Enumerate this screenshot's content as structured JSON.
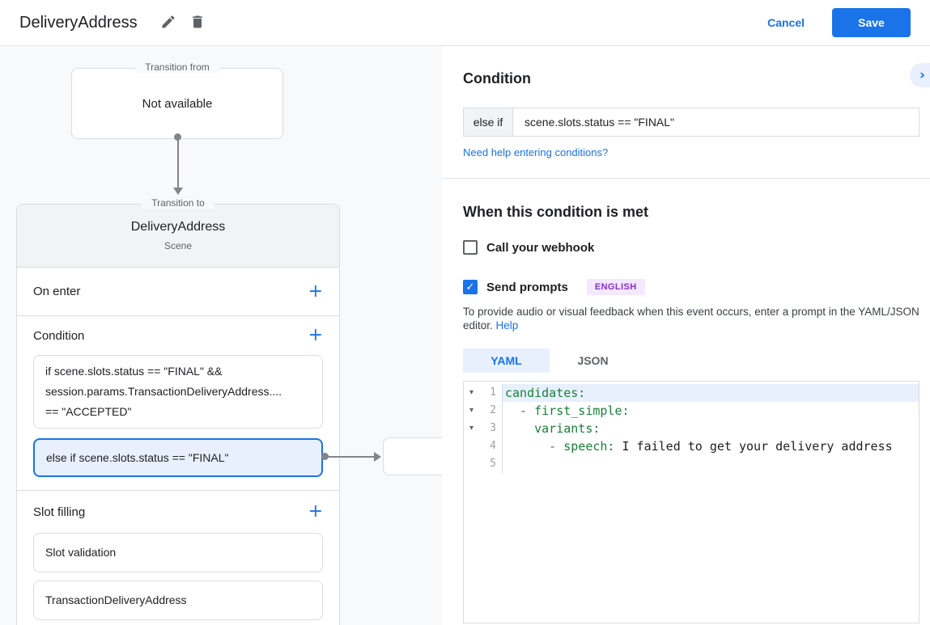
{
  "colors": {
    "accent_blue": "#1a73e8",
    "selected_condition_bg": "#e8f0fe",
    "badge_text": "#8430ce",
    "badge_bg": "#f3e8fd",
    "code_key_green": "#188038"
  },
  "icons": {
    "plus": "+",
    "check": "✓",
    "fold": "▾",
    "chevron_right": "›"
  },
  "header": {
    "title": "DeliveryAddress",
    "cancel_label": "Cancel",
    "save_label": "Save"
  },
  "flow": {
    "transition_from": {
      "label": "Transition from",
      "content": "Not available"
    },
    "transition_to": {
      "label": "Transition to",
      "title": "DeliveryAddress",
      "subtitle": "Scene"
    },
    "sections": {
      "on_enter": {
        "heading": "On enter"
      },
      "condition": {
        "heading": "Condition",
        "boxes": [
          {
            "lines": [
              "if scene.slots.status == \"FINAL\" &&",
              "session.params.TransactionDeliveryAddress....",
              "== \"ACCEPTED\""
            ]
          },
          {
            "lines": [
              "else if scene.slots.status == \"FINAL\""
            ],
            "selected": true
          }
        ]
      },
      "slot_filling": {
        "heading": "Slot filling",
        "items": [
          "Slot validation",
          "TransactionDeliveryAddress"
        ]
      }
    }
  },
  "details": {
    "heading": "Condition",
    "condition_row": {
      "prefix": "else if",
      "value": "scene.slots.status == \"FINAL\""
    },
    "help_link": "Need help entering conditions?",
    "when_met": {
      "heading": "When this condition is met",
      "webhook": {
        "label": "Call your webhook",
        "checked": false
      },
      "prompts": {
        "label": "Send prompts",
        "checked": true,
        "badge": "ENGLISH"
      },
      "helper_text": "To provide audio or visual feedback when this event occurs, enter a prompt in the YAML/JSON editor. ",
      "helper_link": "Help"
    },
    "editor": {
      "tabs": [
        {
          "label": "YAML",
          "active": true
        },
        {
          "label": "JSON",
          "active": false
        }
      ],
      "lines": [
        {
          "num": "1",
          "fold": "▾",
          "key": "candidates:"
        },
        {
          "num": "2",
          "fold": "▾",
          "pre": "  - ",
          "key": "first_simple:"
        },
        {
          "num": "3",
          "fold": "▾",
          "pre": "    ",
          "key": "variants:"
        },
        {
          "num": "4",
          "fold": "",
          "pre": "      - ",
          "key": "speech:",
          "val": " I failed to get your delivery address"
        },
        {
          "num": "5",
          "fold": "",
          "pre": ""
        }
      ]
    }
  }
}
